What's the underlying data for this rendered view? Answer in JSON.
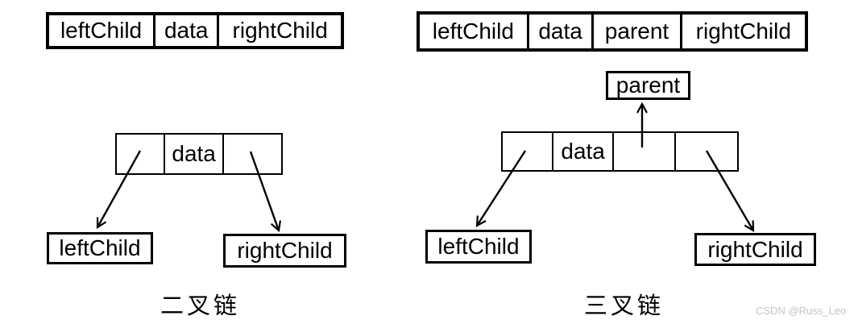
{
  "left_diagram": {
    "record_cells": [
      "leftChild",
      "data",
      "rightChild"
    ],
    "node_cells": [
      "",
      "data",
      ""
    ],
    "left_child_box": "leftChild",
    "right_child_box": "rightChild",
    "caption": "二叉链"
  },
  "right_diagram": {
    "record_cells": [
      "leftChild",
      "data",
      "parent",
      "rightChild"
    ],
    "node_cells": [
      "",
      "data",
      "",
      ""
    ],
    "parent_box": "parent",
    "left_child_box": "leftChild",
    "right_child_box": "rightChild",
    "caption": "三叉链"
  },
  "watermark": "CSDN @Russ_Leo",
  "colors": {
    "line": "#000000",
    "background": "#ffffff",
    "watermark": "#c3c3c3"
  }
}
